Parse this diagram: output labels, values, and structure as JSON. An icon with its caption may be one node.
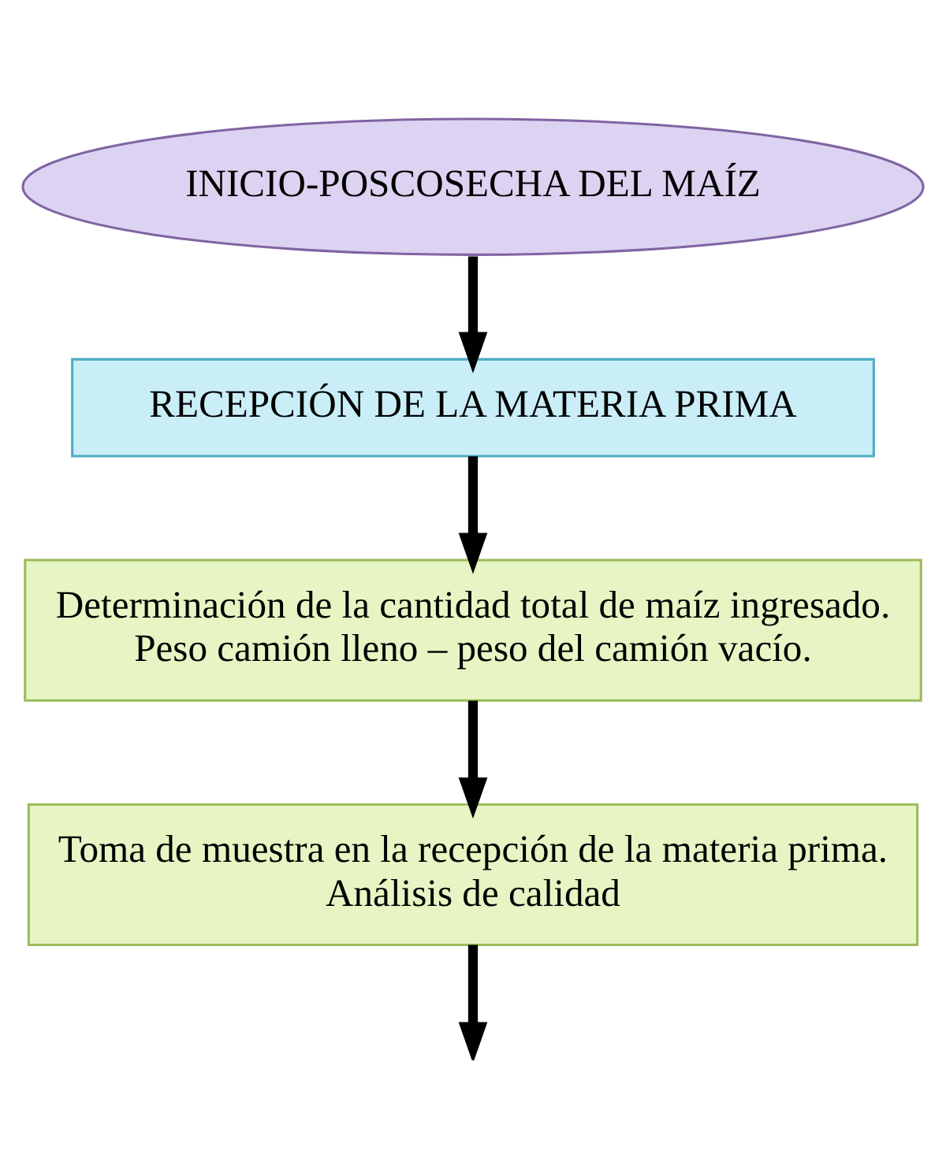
{
  "diagram": {
    "nodes": [
      {
        "text": [
          "INICIO-POSCOSECHA DEL MAÍZ"
        ]
      },
      {
        "text": [
          "RECEPCIÓN DE LA MATERIA PRIMA"
        ]
      },
      {
        "text": [
          "Determinación de la cantidad total de maíz ingresado.",
          "Peso camión lleno – peso del camión vacío."
        ]
      },
      {
        "text": [
          "Toma de muestra en la recepción de la materia prima.",
          "Análisis de calidad"
        ]
      }
    ],
    "edges": [
      {
        "from": 0,
        "to": 1,
        "arrow": "to"
      },
      {
        "from": 1,
        "to": 2,
        "arrow": "to"
      },
      {
        "from": 2,
        "to": 3,
        "arrow": "to"
      },
      {
        "from": 3,
        "to": null,
        "arrow": "to"
      }
    ]
  }
}
